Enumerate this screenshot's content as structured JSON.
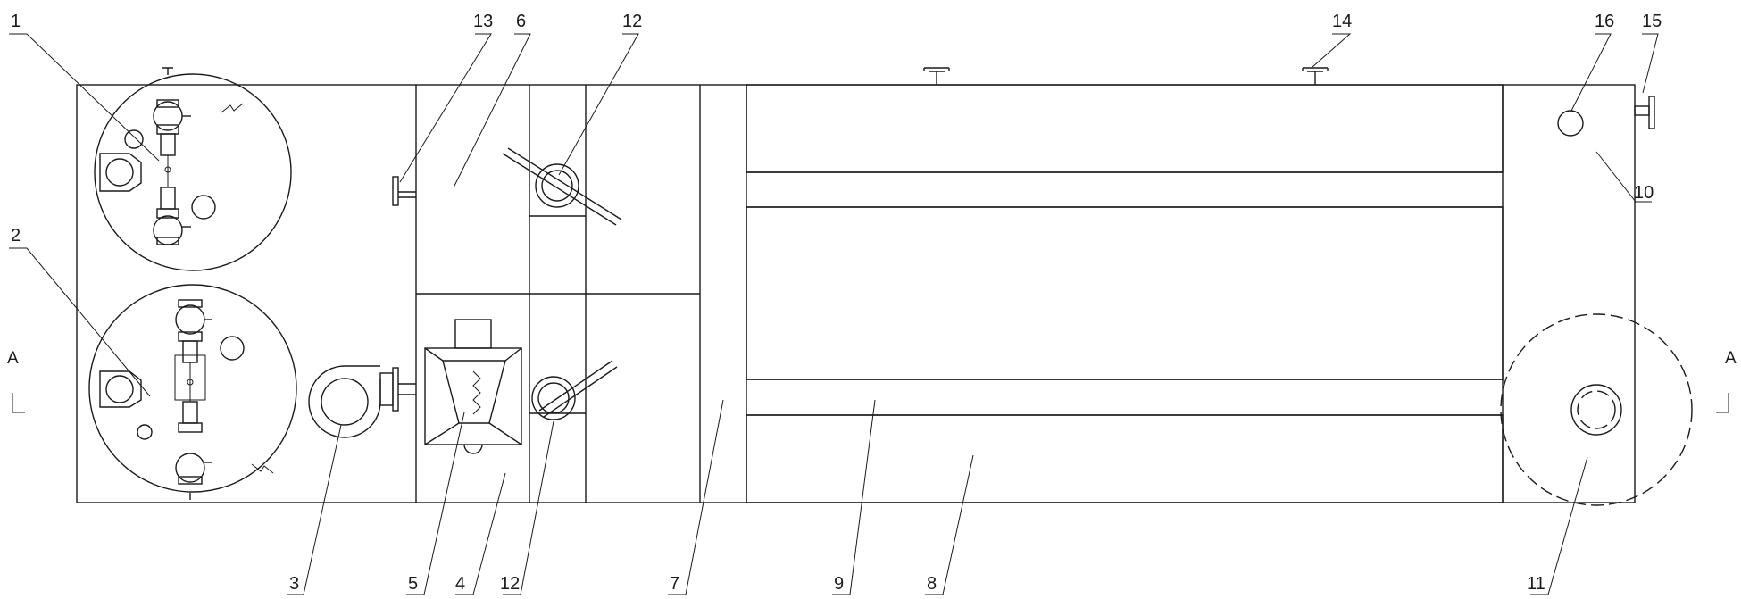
{
  "diagram": {
    "callouts": [
      "1",
      "2",
      "3",
      "4",
      "5",
      "6",
      "7",
      "8",
      "9",
      "10",
      "11",
      "12",
      "12",
      "13",
      "14",
      "15",
      "16"
    ],
    "section_marks": [
      "A",
      "A"
    ]
  }
}
